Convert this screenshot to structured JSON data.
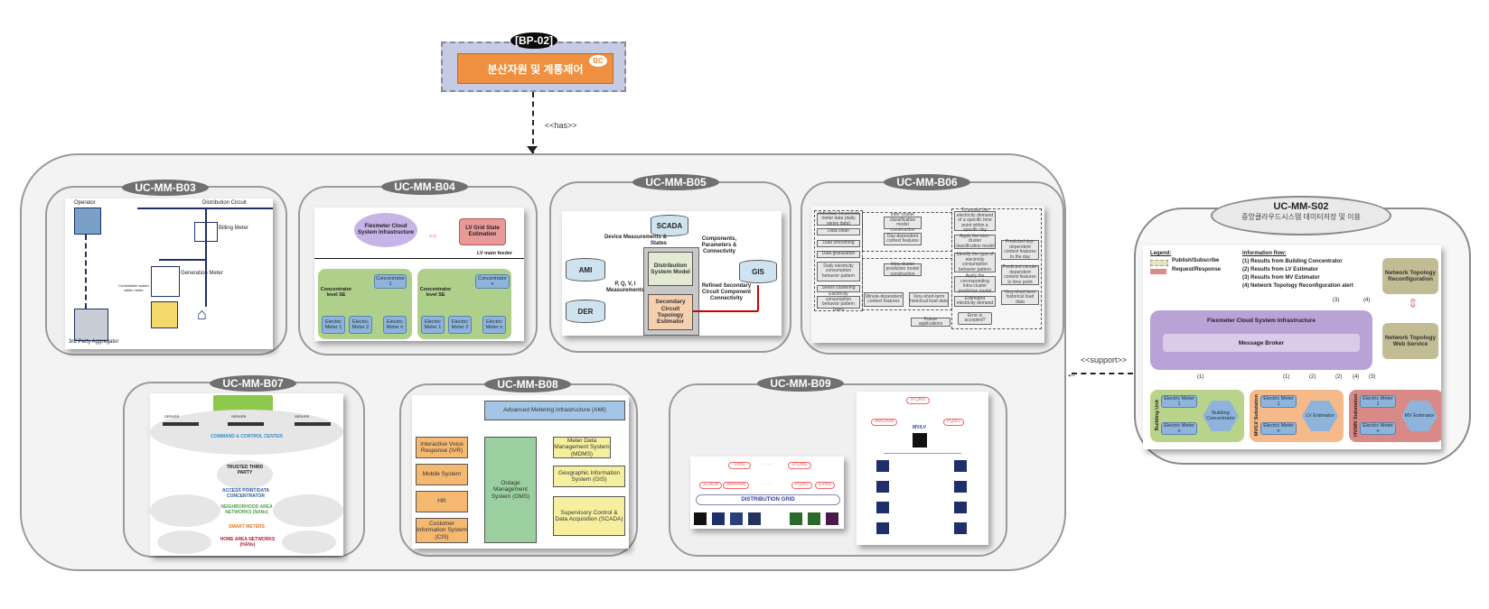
{
  "bp02": {
    "tag": "[BP-02]",
    "title": "분산자원 및 계통제어",
    "badge": "BC"
  },
  "relations": {
    "has": "<<has>>",
    "support": "<<support>>"
  },
  "usecases": {
    "b03": {
      "id": "UC-MM-B03",
      "operator": "Operator",
      "distribution_circuit": "Distribution Circuit",
      "billing_meter": "Billing Meter",
      "generation_meter": "Generation Meter",
      "switch_note": "Controllable switch within meter",
      "aggregator": "3rd Party Aggregator"
    },
    "b04": {
      "id": "UC-MM-B04",
      "cloud": "Flexmeter Cloud System Infrastructure",
      "lv_grid": "LV Grid State Estimation",
      "feeder": "LV main feeder",
      "conc_level": "Concentrator level SE",
      "conc_1": "Concentrator 1",
      "conc_n": "Concentrator n",
      "meters": [
        "Electric Meter 1",
        "Electric Meter 2",
        "Electric Meter n"
      ]
    },
    "b05": {
      "id": "UC-MM-B05",
      "scada": "SCADA",
      "ami": "AMI",
      "der": "DER",
      "gis": "GIS",
      "device": "Device Measurements & States",
      "pqvi": "P, Q, V, I Measurements",
      "components": "Components, Parameters & Connectivity",
      "dsm": "Distribution System Model",
      "sct": "Secondary Circuit Topology Estimator",
      "refined": "Refined Secondary Circuit Component Connectivity"
    },
    "b06": {
      "id": "UC-MM-B06",
      "left": [
        "Individual household meter data (daily series data)",
        "Data clean",
        "Data smoothing",
        "Data granulation",
        "Daily electricity consumption behavior pattern",
        "Series clustering",
        "Electricity consumption behavior pattern types"
      ],
      "mid": [
        "Inter-cluster classification model construction",
        "Day-dependent context features",
        "Intra-cluster prediction model construction",
        "Minute-dependent context features",
        "Very-short-term historical load data",
        "Future applications"
      ],
      "right": [
        "To predict the electricity demand of a specific time point within a specific day",
        "Apply the inter-cluster classification model",
        "Identify the type of electricity consumption behavior pattern",
        "Apply the corresponding intra-cluster prediction model",
        "Estimated electricity demand",
        "Error is accepted?"
      ],
      "far": [
        "Predicted day-dependent context features to the day",
        "Predicted minute-dependent context features to time point",
        "Very-short-term historical load data"
      ]
    },
    "b07": {
      "id": "UC-MM-B07",
      "server": "SERVER",
      "ccc": "COMMAND & CONTROL CENTER",
      "ttp": "TRUSTED THIRD PARTY",
      "ap": "ACCESS POINT/DATA CONCENTRATOR",
      "nan": "NEIGHBORHOOD AREA NETWORKS (NANs)",
      "sm": "SMART METERS",
      "han": "HOME AREA NETWORKS (HANs)"
    },
    "b08": {
      "id": "UC-MM-B08",
      "ami": "Advanced Metering Infrastructure (AMI)",
      "oms": "Outage Management System (OMS)",
      "left": [
        "Interactive Voice Response (IVR)",
        "Mobile System",
        "HR",
        "Customer Information System (CIS)"
      ],
      "right": [
        "Meter Data Management System (MDMS)",
        "Geographic Information System (GIS)",
        "Supervisory Control & Data Acquisition (SCADA)"
      ]
    },
    "b09": {
      "id": "UC-MM-B09",
      "top_tags": [
        "DMS",
        ". . . .",
        "IPQMS"
      ],
      "bottom_tags": [
        "SCADA",
        "AMR/AMI",
        ". . . .",
        "PQMS",
        "EVMS"
      ],
      "grid": "DISTRIBUTION GRID",
      "right_tags": [
        "IPQMS",
        "AMR/AMI",
        "PQMS"
      ],
      "mvlv": "MV/LV"
    }
  },
  "s02": {
    "id": "UC-MM-S02",
    "subtitle": "중앙클라우드시스템 데이터저장 및 이용",
    "legend_title": "Legend:",
    "legend": [
      "Publish/Subscribe",
      "Request/Response"
    ],
    "flow_title": "Information flow:",
    "flows": [
      "(1) Results from Building Concentrator",
      "(2) Results from LV Estimator",
      "(3) Results from MV Estimator",
      "(4) Network Topology Reconfiguration alert"
    ],
    "cloud": "Flexmeter Cloud System Infrastructure",
    "broker": "Message Broker",
    "ntr": "Network Topology Reconfiguration",
    "ntws": "Network Topology Web Service",
    "units": [
      {
        "label": "Building Unit",
        "m1": "Electric Meter 1",
        "mn": "Electric Meter n",
        "hex": "Building Concentrator",
        "color": "#b9d38a"
      },
      {
        "label": "MV/LV Substation",
        "m1": "Electric Meter 1",
        "mn": "Electric Meter n",
        "hex": "LV Estimator",
        "color": "#f5b98a"
      },
      {
        "label": "HV/MV Substation",
        "m1": "Electric Meter 1",
        "mn": "Electric Meter n",
        "hex": "MV Estimator",
        "color": "#d98a86"
      }
    ],
    "flow_nums": [
      "(1)",
      "(1)",
      "(2)",
      "(2)",
      "(4)",
      "(3)",
      "(3)",
      "(4)"
    ]
  }
}
